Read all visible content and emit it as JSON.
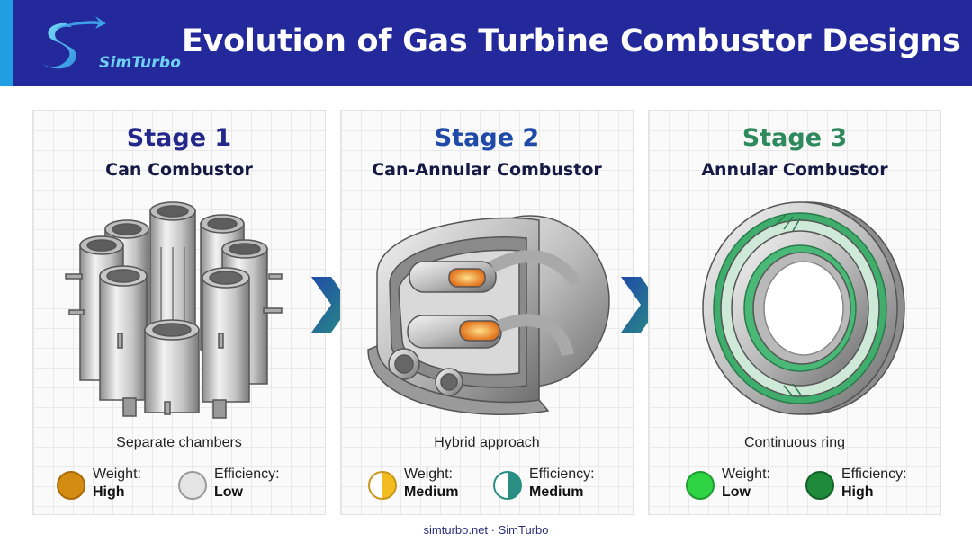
{
  "header": {
    "title": "Evolution of Gas Turbine Combustor Designs",
    "logo_text": "SimTurbo",
    "background_color": "#23299a",
    "accent_color": "#1f9ee3"
  },
  "stages": [
    {
      "stage_label": "Stage 1",
      "stage_color": "#24288a",
      "combustor_name": "Can Combustor",
      "description": "Separate chambers",
      "weight": {
        "label": "Weight:",
        "value": "High",
        "icon_color": "#d38b12"
      },
      "efficiency": {
        "label": "Efficiency:",
        "value": "Low",
        "icon_color": "#e2e2e2"
      }
    },
    {
      "stage_label": "Stage 2",
      "stage_color": "#1f4aa8",
      "combustor_name": "Can-Annular Combustor",
      "description": "Hybrid approach",
      "weight": {
        "label": "Weight:",
        "value": "Medium",
        "icon_color": "#f3bd22"
      },
      "efficiency": {
        "label": "Efficiency:",
        "value": "Medium",
        "icon_color": "#2a8f83"
      }
    },
    {
      "stage_label": "Stage 3",
      "stage_color": "#2e8a5c",
      "combustor_name": "Annular Combustor",
      "description": "Continuous ring",
      "weight": {
        "label": "Weight:",
        "value": "Low",
        "icon_color": "#2fd445"
      },
      "efficiency": {
        "label": "Efficiency:",
        "value": "High",
        "icon_color": "#1e8a3a"
      }
    }
  ],
  "arrow_color": "#1f5fa0",
  "footer": {
    "text": "simturbo.net · SimTurbo"
  }
}
